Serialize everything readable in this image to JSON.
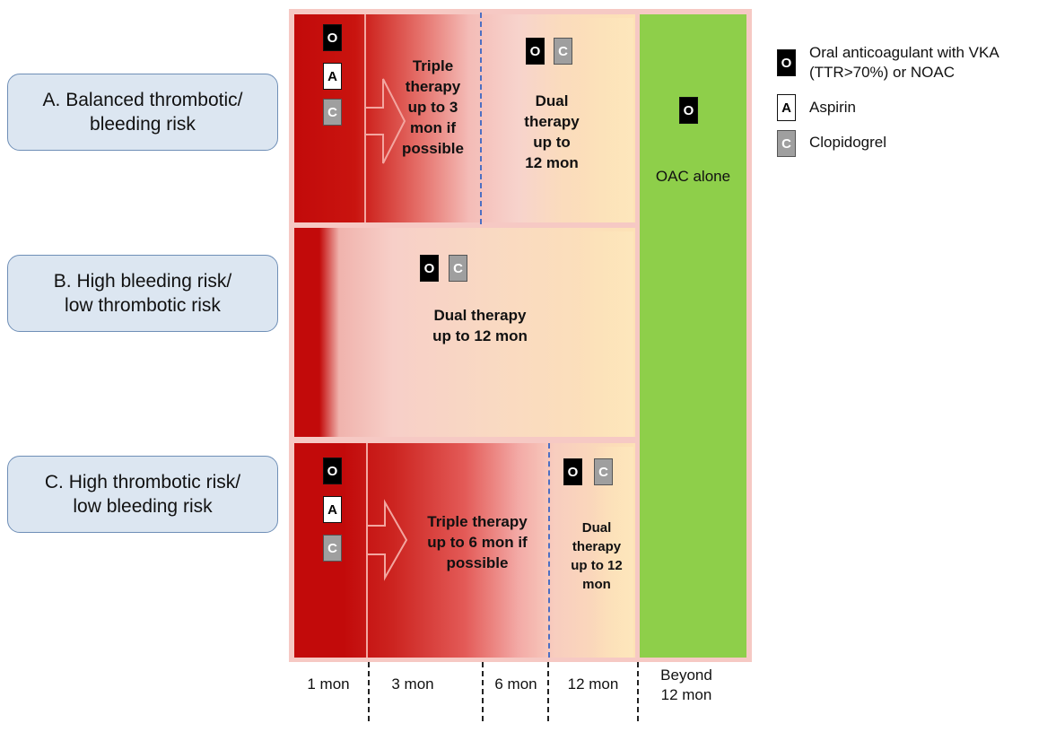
{
  "risk_categories": [
    {
      "line1": "A. Balanced thrombotic/",
      "line2": "bleeding risk"
    },
    {
      "line1": "B. High bleeding risk/",
      "line2": "low thrombotic risk"
    },
    {
      "line1": "C. High thrombotic risk/",
      "line2": "low bleeding risk"
    }
  ],
  "drug_letters": {
    "oac": "O",
    "aspirin": "A",
    "clopidogrel": "C"
  },
  "row_a": {
    "triple": [
      "Triple",
      "therapy",
      "up to 3",
      "mon if",
      "possible"
    ],
    "dual": [
      "Dual",
      "therapy",
      "up to",
      "12 mon"
    ]
  },
  "row_b": {
    "dual": [
      "Dual therapy",
      "up to 12 mon"
    ]
  },
  "row_c": {
    "triple": [
      "Triple therapy",
      "up to 6 mon if",
      "possible"
    ],
    "dual": [
      "Dual",
      "therapy",
      "up to 12",
      "mon"
    ]
  },
  "oac_alone": "OAC alone",
  "timeline": {
    "t1": "1 mon",
    "t3": "3 mon",
    "t6": "6 mon",
    "t12": "12 mon",
    "beyond": [
      "Beyond",
      "12 mon"
    ]
  },
  "legend": {
    "oac": [
      "Oral anticoagulant with VKA",
      "(TTR>70%) or NOAC"
    ],
    "aspirin": "Aspirin",
    "clopidogrel": "Clopidogrel"
  },
  "colors": {
    "deep_red": "#c20a0a",
    "pink": "#f6c9c4",
    "peach": "#fce1b3",
    "green": "#8ecf4a",
    "risk_box_fill": "#dce6f1",
    "risk_box_border": "#6f8fb7"
  }
}
